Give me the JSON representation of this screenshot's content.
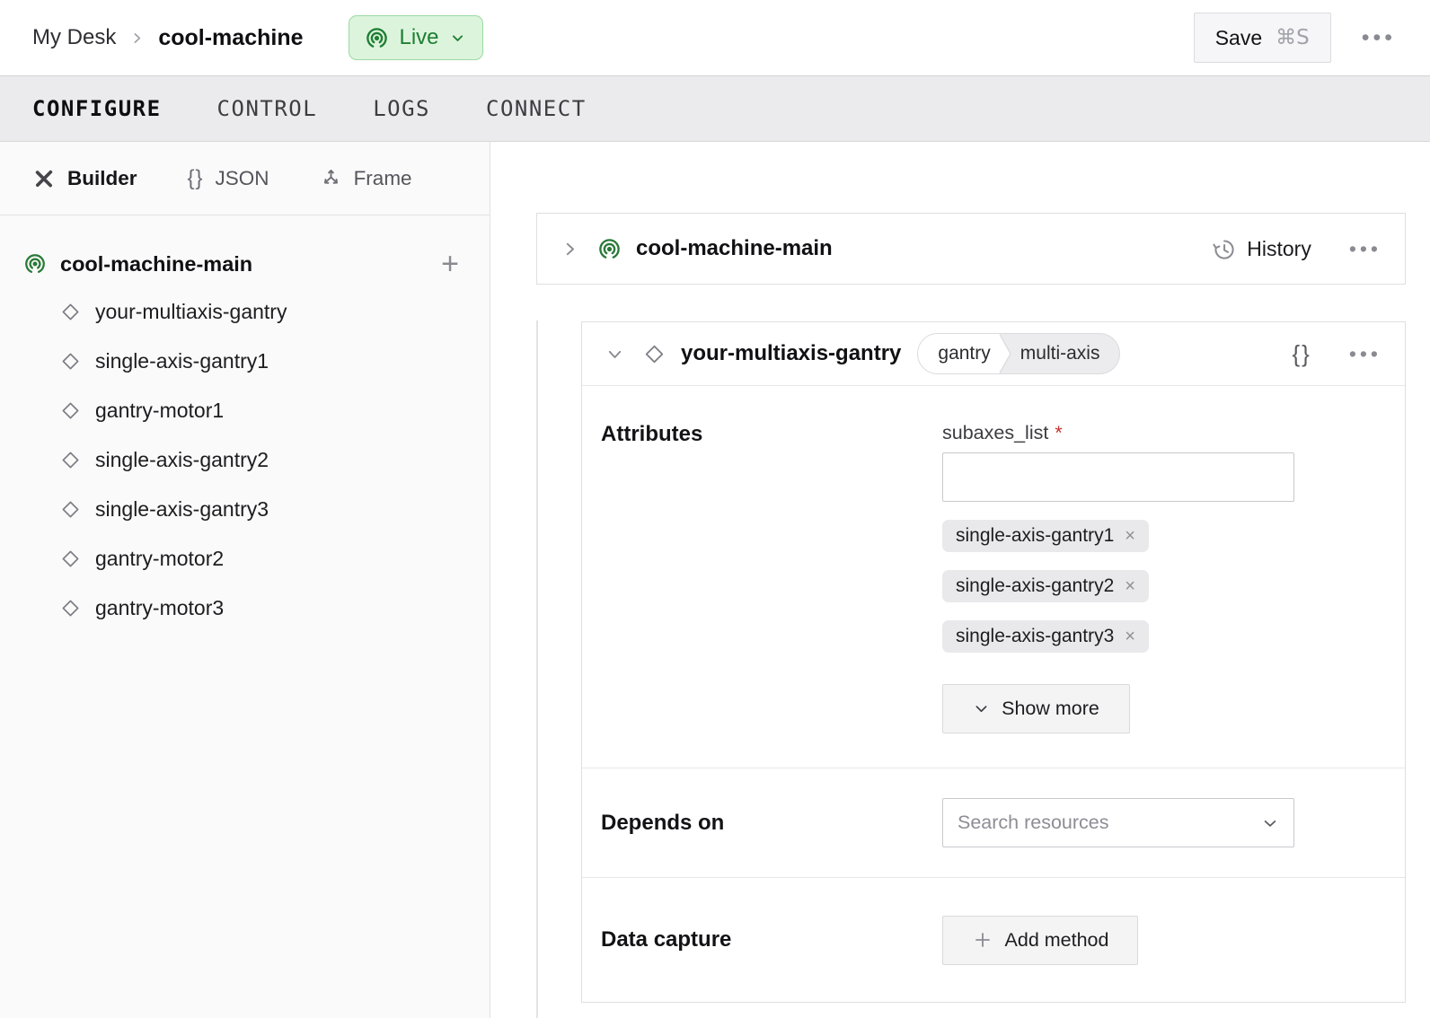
{
  "header": {
    "breadcrumb": {
      "parent": "My Desk",
      "current": "cool-machine"
    },
    "status": {
      "label": "Live"
    },
    "save": {
      "label": "Save",
      "shortcut": "⌘S"
    },
    "menu_glyph": "•••"
  },
  "tabs": [
    {
      "label": "CONFIGURE",
      "active": true
    },
    {
      "label": "CONTROL",
      "active": false
    },
    {
      "label": "LOGS",
      "active": false
    },
    {
      "label": "CONNECT",
      "active": false
    }
  ],
  "sidebar": {
    "modes": [
      {
        "label": "Builder",
        "icon": "tools-icon",
        "active": true
      },
      {
        "label": "JSON",
        "icon": "braces-icon",
        "glyph": "{}",
        "active": false
      },
      {
        "label": "Frame",
        "icon": "frame-axes-icon",
        "active": false
      }
    ],
    "tree": {
      "root_label": "cool-machine-main",
      "add_glyph": "+",
      "items": [
        "your-multiaxis-gantry",
        "single-axis-gantry1",
        "gantry-motor1",
        "single-axis-gantry2",
        "single-axis-gantry3",
        "gantry-motor2",
        "gantry-motor3"
      ]
    }
  },
  "main": {
    "part_card": {
      "title": "cool-machine-main",
      "history_label": "History",
      "menu_glyph": "•••"
    },
    "component_card": {
      "title": "your-multiaxis-gantry",
      "tags": [
        "gantry",
        "multi-axis"
      ],
      "json_glyph": "{}",
      "menu_glyph": "•••",
      "attributes": {
        "heading": "Attributes",
        "field_label": "subaxes_list",
        "required_mark": "*",
        "input_value": "",
        "chips": [
          "single-axis-gantry1",
          "single-axis-gantry2",
          "single-axis-gantry3"
        ],
        "chip_remove_glyph": "×",
        "show_more_label": "Show more"
      },
      "depends_on": {
        "heading": "Depends on",
        "placeholder": "Search resources"
      },
      "data_capture": {
        "heading": "Data capture",
        "add_method_label": "Add method"
      }
    }
  },
  "colors": {
    "accent_green": "#1f7e33",
    "live_badge_bg": "#dcf4dc",
    "live_badge_border": "#9bd9a4",
    "required_red": "#c62f2f",
    "card_border": "#dfdfe2"
  }
}
